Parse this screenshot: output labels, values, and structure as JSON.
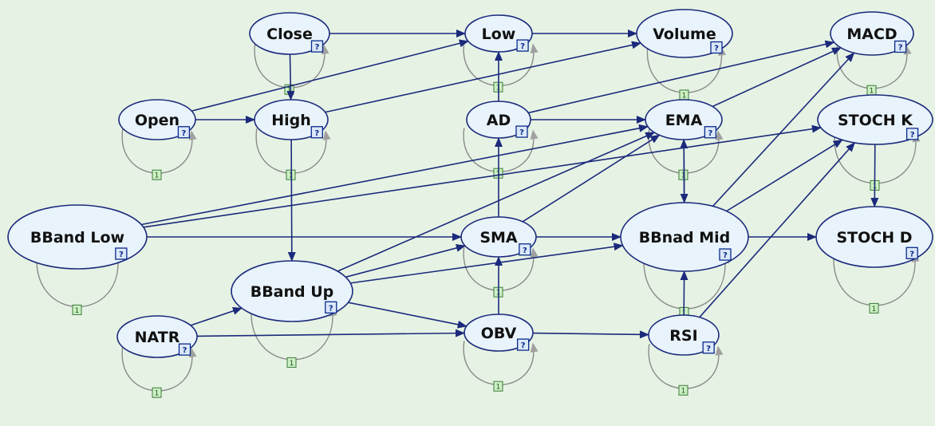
{
  "colors": {
    "background": "#e6f3e4",
    "node_fill": "#e8f3fb",
    "node_stroke": "#1c2a7c",
    "edge": "#1c2a7c",
    "self_loop": "#8a8a8a",
    "badge_fill": "#cdf0c4",
    "badge_stroke": "#3a7a3a",
    "help_fill": "#dbe8f8",
    "help_stroke": "#0a2a8c"
  },
  "badge_text": "1",
  "help_text": "?",
  "nodes": [
    {
      "id": "close",
      "label": "Close"
    },
    {
      "id": "low",
      "label": "Low"
    },
    {
      "id": "volume",
      "label": "Volume"
    },
    {
      "id": "macd",
      "label": "MACD"
    },
    {
      "id": "open",
      "label": "Open"
    },
    {
      "id": "high",
      "label": "High"
    },
    {
      "id": "ad",
      "label": "AD"
    },
    {
      "id": "ema",
      "label": "EMA"
    },
    {
      "id": "stochk",
      "label": "STOCH K"
    },
    {
      "id": "bbandlow",
      "label": "BBand Low"
    },
    {
      "id": "sma",
      "label": "SMA"
    },
    {
      "id": "bbnadmid",
      "label": "BBnad Mid"
    },
    {
      "id": "stochd",
      "label": "STOCH D"
    },
    {
      "id": "bbandup",
      "label": "BBand Up"
    },
    {
      "id": "natr",
      "label": "NATR"
    },
    {
      "id": "obv",
      "label": "OBV"
    },
    {
      "id": "rsi",
      "label": "RSI"
    }
  ],
  "edges": [
    {
      "from": "close",
      "to": "low"
    },
    {
      "from": "close",
      "to": "high"
    },
    {
      "from": "low",
      "to": "volume"
    },
    {
      "from": "open",
      "to": "low"
    },
    {
      "from": "open",
      "to": "high"
    },
    {
      "from": "high",
      "to": "volume"
    },
    {
      "from": "high",
      "to": "bbandup"
    },
    {
      "from": "ad",
      "to": "low"
    },
    {
      "from": "ad",
      "to": "ema"
    },
    {
      "from": "ad",
      "to": "macd"
    },
    {
      "from": "sma",
      "to": "ad"
    },
    {
      "from": "sma",
      "to": "bbnadmid"
    },
    {
      "from": "sma",
      "to": "ema"
    },
    {
      "from": "ema",
      "to": "macd"
    },
    {
      "from": "ema",
      "to": "bbnadmid"
    },
    {
      "from": "bbnadmid",
      "to": "ema"
    },
    {
      "from": "bbnadmid",
      "to": "macd"
    },
    {
      "from": "bbnadmid",
      "to": "stochk"
    },
    {
      "from": "bbnadmid",
      "to": "stochd"
    },
    {
      "from": "stochk",
      "to": "stochd"
    },
    {
      "from": "bbandlow",
      "to": "sma"
    },
    {
      "from": "bbandlow",
      "to": "ema"
    },
    {
      "from": "bbandlow",
      "to": "stochk"
    },
    {
      "from": "bbandup",
      "to": "sma"
    },
    {
      "from": "bbandup",
      "to": "ema"
    },
    {
      "from": "bbandup",
      "to": "bbnadmid"
    },
    {
      "from": "bbandup",
      "to": "obv"
    },
    {
      "from": "natr",
      "to": "bbandup"
    },
    {
      "from": "natr",
      "to": "obv"
    },
    {
      "from": "obv",
      "to": "sma"
    },
    {
      "from": "obv",
      "to": "rsi"
    },
    {
      "from": "rsi",
      "to": "bbnadmid"
    },
    {
      "from": "rsi",
      "to": "stochk"
    }
  ]
}
